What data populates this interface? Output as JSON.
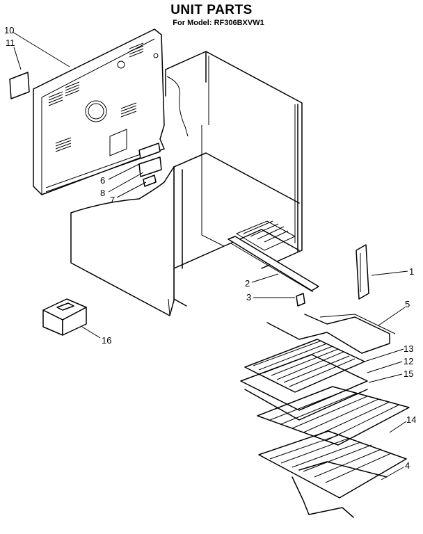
{
  "header": {
    "title": "UNIT PARTS",
    "subtitle": "For Model: RF306BXVW1"
  },
  "callouts": [
    {
      "id": "c10",
      "label": "10"
    },
    {
      "id": "c11",
      "label": "11"
    },
    {
      "id": "c6",
      "label": "6"
    },
    {
      "id": "c8",
      "label": "8"
    },
    {
      "id": "c7",
      "label": "7"
    },
    {
      "id": "c1",
      "label": "1"
    },
    {
      "id": "c2",
      "label": "2"
    },
    {
      "id": "c3",
      "label": "3"
    },
    {
      "id": "c5",
      "label": "5"
    },
    {
      "id": "c13",
      "label": "13"
    },
    {
      "id": "c12",
      "label": "12"
    },
    {
      "id": "c15",
      "label": "15"
    },
    {
      "id": "c14",
      "label": "14"
    },
    {
      "id": "c4",
      "label": "4"
    },
    {
      "id": "c16",
      "label": "16"
    }
  ]
}
